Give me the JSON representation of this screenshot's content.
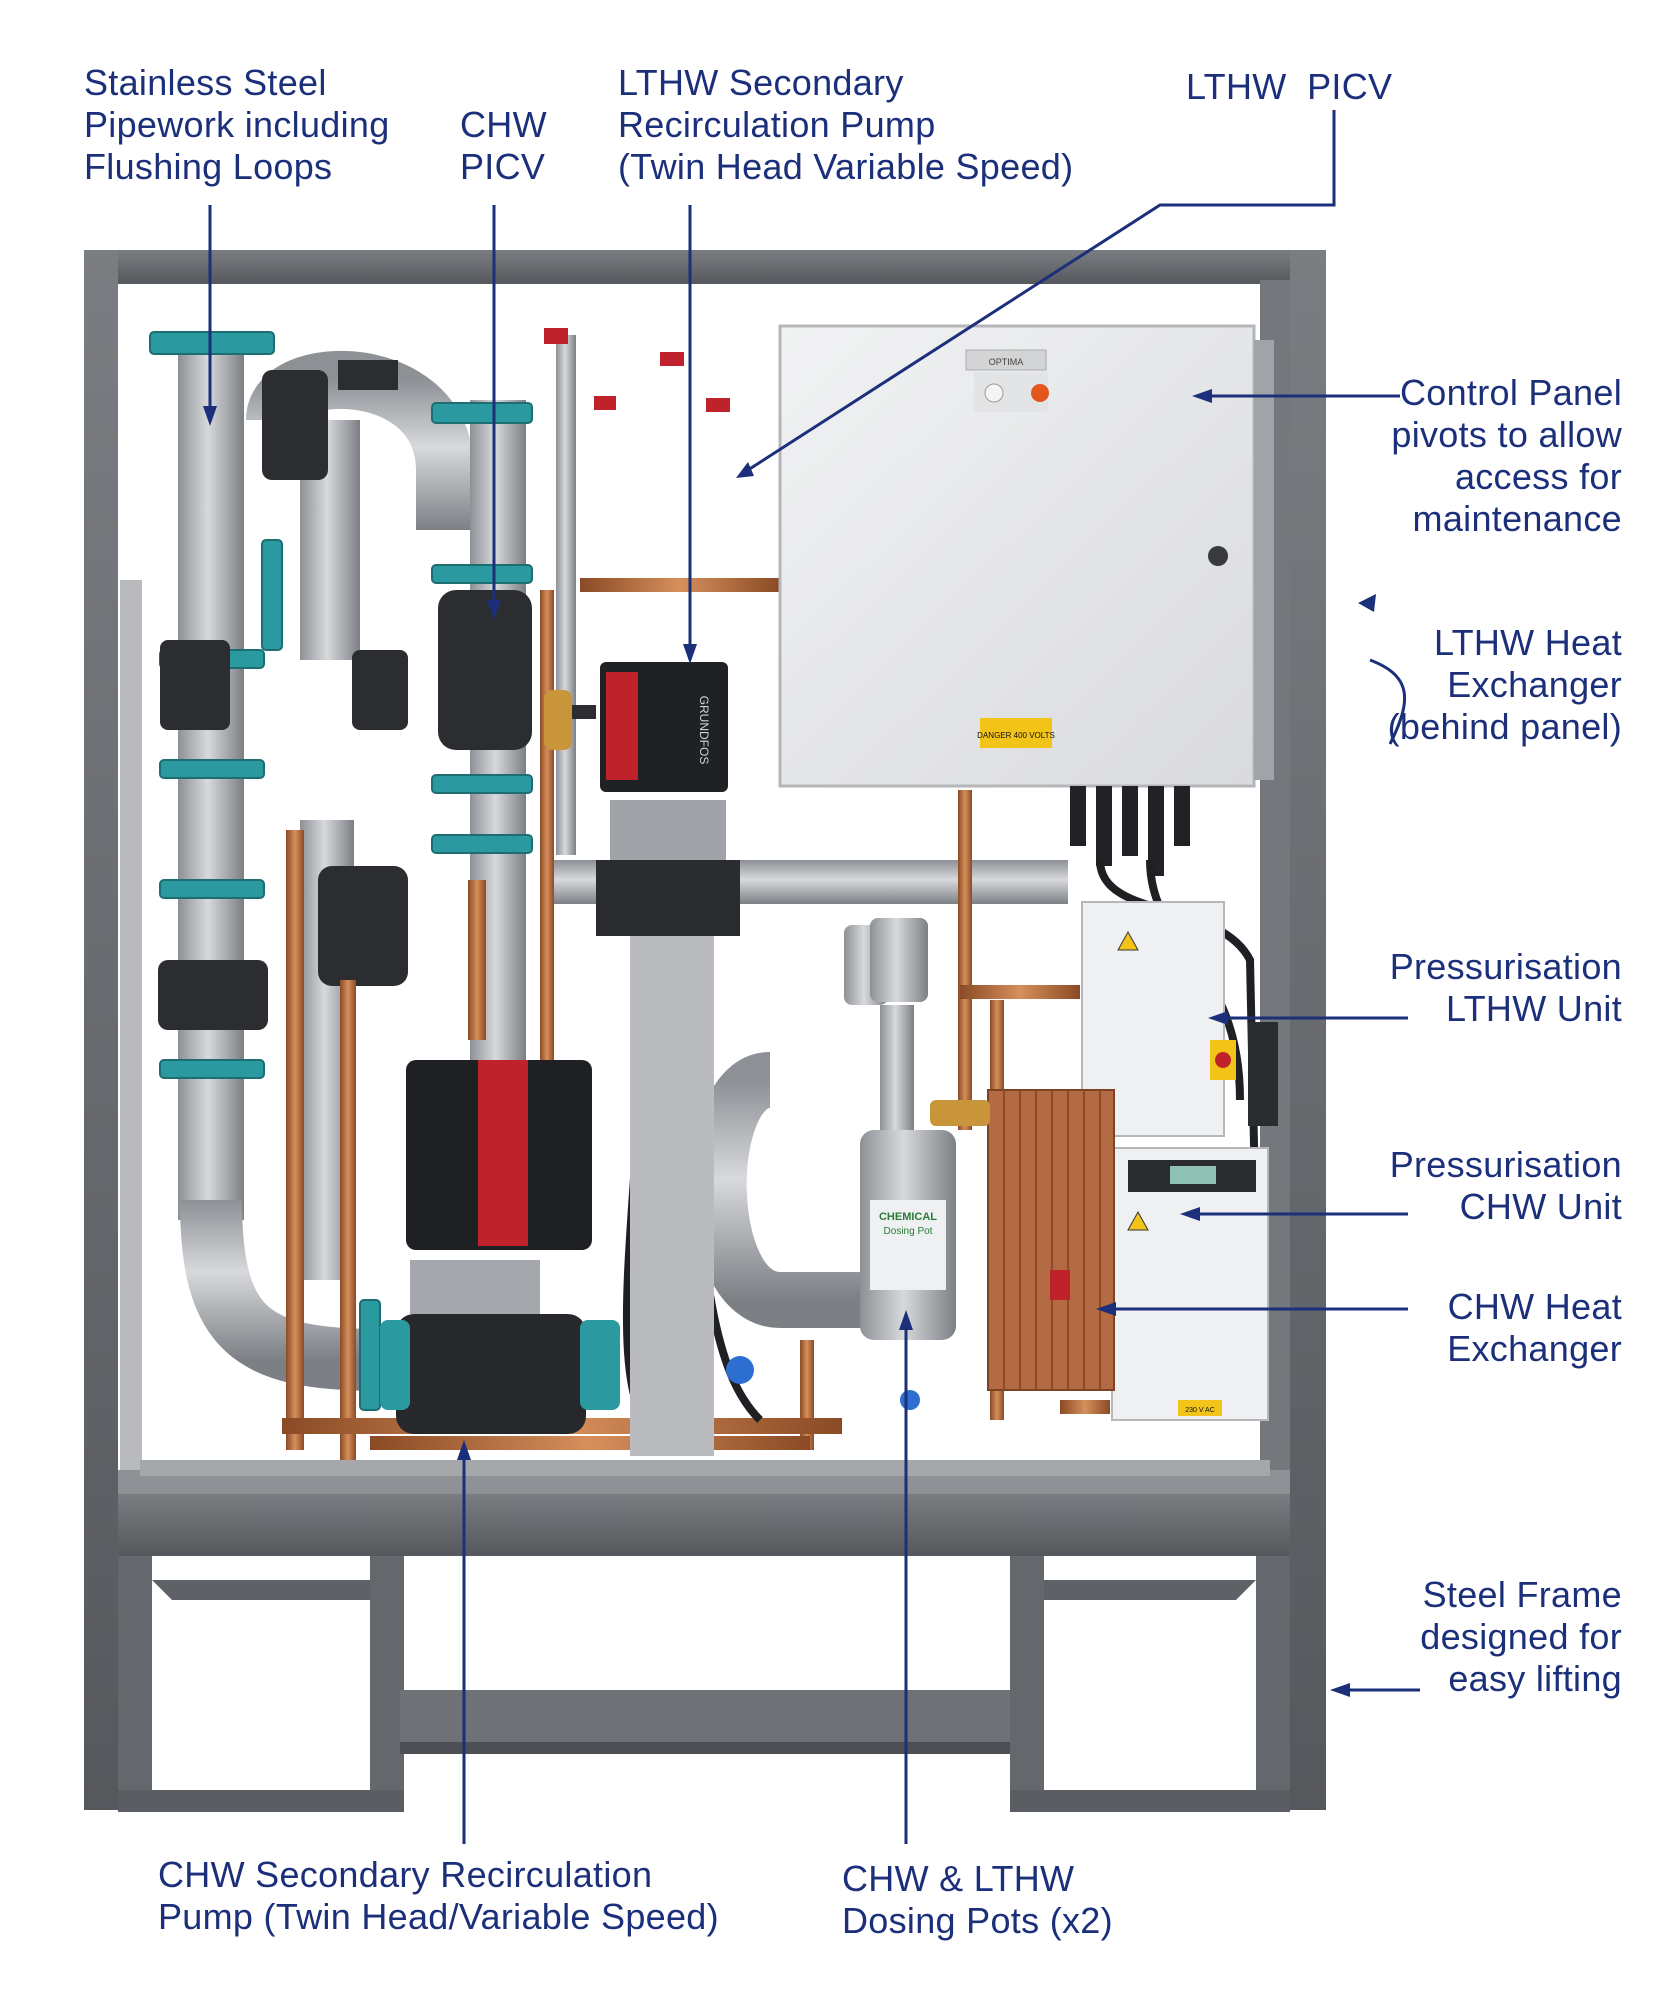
{
  "theme": {
    "label_color": "#1b2f7a",
    "frame_color": "#6b6e72",
    "panel_color": "#e7e8ea",
    "teal_flange": "#2a9aa0",
    "pump_red": "#c0222c",
    "copper": "#b86a3c",
    "steel": "#b3b5b8"
  },
  "callouts": [
    {
      "id": "stainless-steel-pipework",
      "lines": [
        "Stainless Steel",
        "Pipework including",
        "Flushing Loops"
      ]
    },
    {
      "id": "chw-picv",
      "lines": [
        "CHW",
        "PICV"
      ]
    },
    {
      "id": "lthw-secondary-pump",
      "lines": [
        "LTHW Secondary",
        "Recirculation Pump",
        "(Twin Head Variable Speed)"
      ]
    },
    {
      "id": "lthw-picv",
      "lines": [
        "LTHW  PICV"
      ]
    },
    {
      "id": "control-panel",
      "lines": [
        "Control Panel",
        "pivots to allow",
        "access for",
        "maintenance"
      ]
    },
    {
      "id": "lthw-heat-exchanger",
      "lines": [
        "LTHW Heat",
        "Exchanger",
        "(behind panel)"
      ]
    },
    {
      "id": "pressurisation-lthw",
      "lines": [
        "Pressurisation",
        "LTHW Unit"
      ]
    },
    {
      "id": "pressurisation-chw",
      "lines": [
        "Pressurisation",
        "CHW Unit"
      ]
    },
    {
      "id": "chw-heat-exchanger",
      "lines": [
        "CHW Heat",
        "Exchanger"
      ]
    },
    {
      "id": "steel-frame",
      "lines": [
        "Steel Frame",
        "designed for",
        "easy lifting"
      ]
    },
    {
      "id": "chw-secondary-pump",
      "lines": [
        "CHW Secondary Recirculation",
        "Pump (Twin Head/Variable Speed)"
      ]
    },
    {
      "id": "dosing-pots",
      "lines": [
        "CHW & LTHW",
        "Dosing Pots (x2)"
      ]
    }
  ],
  "photo": {
    "control_panel_tag": "OPTIMA",
    "panel_warning": "DANGER 400 VOLTS",
    "pump_brand": "GRUNDFOS",
    "dosing_pot_label": [
      "CHEMICAL",
      "Dosing Pot"
    ],
    "pressurisation_warning": "230 V AC"
  }
}
